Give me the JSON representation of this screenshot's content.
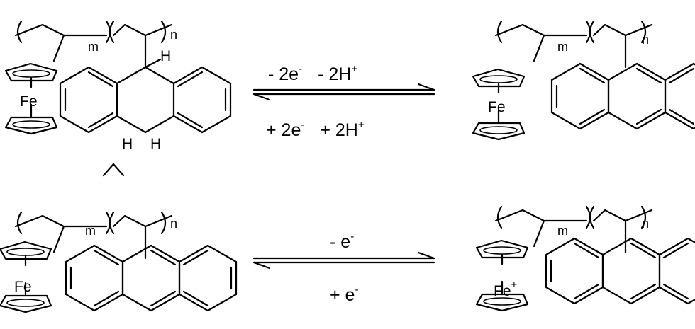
{
  "reactions": [
    {
      "forward_condition": {
        "base1": "- 2e",
        "sup1": "-",
        "base2": "- 2H",
        "sup2": "+"
      },
      "reverse_condition": {
        "base1": "+ 2e",
        "sup1": "-",
        "base2": "+ 2H",
        "sup2": "+"
      }
    },
    {
      "forward_condition": {
        "base1": "- e",
        "sup1": "-"
      },
      "reverse_condition": {
        "base1": "+ e",
        "sup1": "-"
      }
    }
  ],
  "labels": {
    "repeat_m": "m",
    "repeat_n": "n",
    "iron": "Fe",
    "hydrogen": "H",
    "cation_charge": "+"
  }
}
